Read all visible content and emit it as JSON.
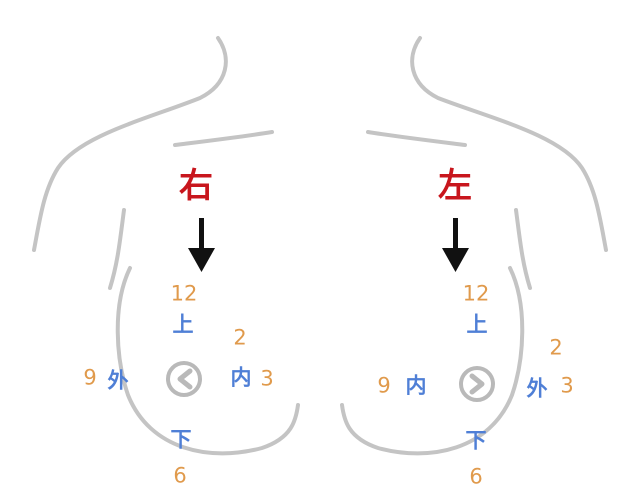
{
  "palette": {
    "outline": "#c4c4c4",
    "side_label": "#c8161d",
    "arrow": "#111111",
    "clock_number": "#e09a4c",
    "direction": "#4f7fd6",
    "nipple": "#b9b9b9"
  },
  "right_breast": {
    "side_label": "右",
    "clock_12": "12",
    "clock_2": "2",
    "clock_3": "3",
    "clock_6": "6",
    "clock_9": "9",
    "dir_up": "上",
    "dir_down": "下",
    "dir_inner": "内",
    "dir_outer": "外",
    "nipple_icon": "chevron-left-icon"
  },
  "left_breast": {
    "side_label": "左",
    "clock_12": "12",
    "clock_2": "2",
    "clock_3": "3",
    "clock_6": "6",
    "clock_9": "9",
    "dir_up": "上",
    "dir_down": "下",
    "dir_inner": "内",
    "dir_outer": "外",
    "nipple_icon": "chevron-right-icon"
  }
}
